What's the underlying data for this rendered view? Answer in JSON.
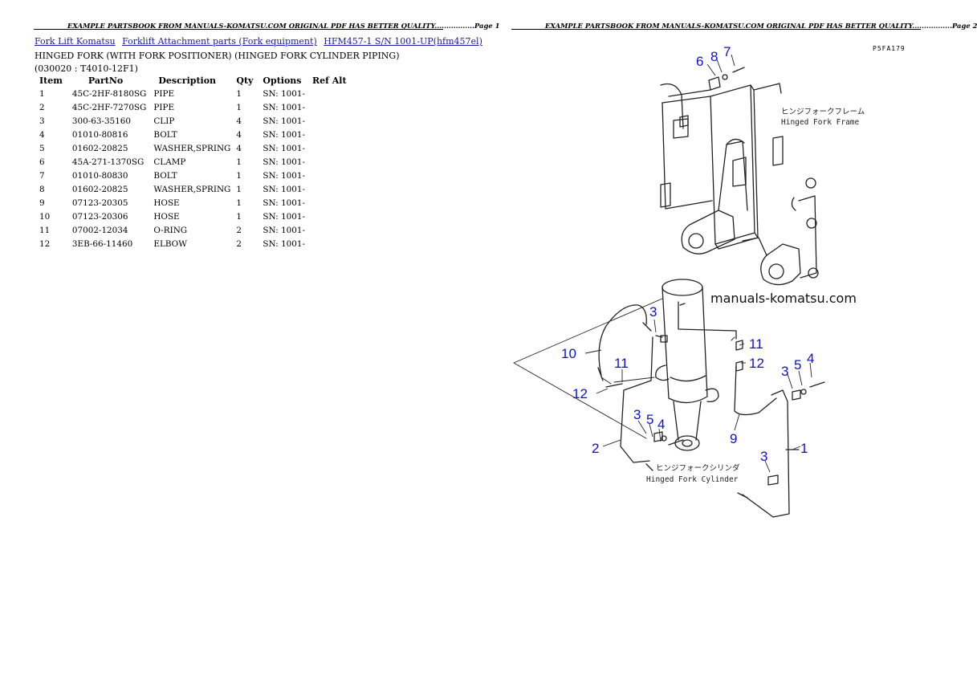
{
  "header": {
    "page1": "EXAMPLE PARTSBOOK FROM MANUALS-KOMATSU.COM ORIGINAL PDF HAS BETTER QUALITY.................Page 1",
    "page2": "EXAMPLE PARTSBOOK FROM MANUALS-KOMATSU.COM ORIGINAL PDF HAS BETTER QUALITY.................Page 2"
  },
  "breadcrumb": [
    "Fork Lift Komatsu",
    "Forklift Attachment parts (Fork equipment)",
    "HFM457-1 S/N 1001-UP(hfm457el)"
  ],
  "title": "HINGED FORK (WITH FORK POSITIONER) (HINGED FORK CYLINDER PIPING)(030020 : T4010-12F1)",
  "table": {
    "headers": [
      "Item",
      "PartNo",
      "Description",
      "Qty",
      "Options",
      "Ref Alt"
    ],
    "rows": [
      [
        "1",
        "45C-2HF-8180SG",
        "PIPE",
        "1",
        "SN: 1001-",
        ""
      ],
      [
        "2",
        "45C-2HF-7270SG",
        "PIPE",
        "1",
        "SN: 1001-",
        ""
      ],
      [
        "3",
        "300-63-35160",
        "CLIP",
        "4",
        "SN: 1001-",
        ""
      ],
      [
        "4",
        "01010-80816",
        "BOLT",
        "4",
        "SN: 1001-",
        ""
      ],
      [
        "5",
        "01602-20825",
        "WASHER,SPRING",
        "4",
        "SN: 1001-",
        ""
      ],
      [
        "6",
        "45A-271-1370SG",
        "CLAMP",
        "1",
        "SN: 1001-",
        ""
      ],
      [
        "7",
        "01010-80830",
        "BOLT",
        "1",
        "SN: 1001-",
        ""
      ],
      [
        "8",
        "01602-20825",
        "WASHER,SPRING",
        "1",
        "SN: 1001-",
        ""
      ],
      [
        "9",
        "07123-20305",
        "HOSE",
        "1",
        "SN: 1001-",
        ""
      ],
      [
        "10",
        "07123-20306",
        "HOSE",
        "1",
        "SN: 1001-",
        ""
      ],
      [
        "11",
        "07002-12034",
        "O-RING",
        "2",
        "SN: 1001-",
        ""
      ],
      [
        "12",
        "3EB-66-11460",
        "ELBOW",
        "2",
        "SN: 1001-",
        ""
      ]
    ]
  },
  "diagram": {
    "figure_code": "P5FA179",
    "watermark": "manuals-komatsu.com",
    "frame_label_jp": "ヒンジフォークフレーム",
    "frame_label_en": "Hinged Fork Frame",
    "cylinder_label_jp": "ヒンジフォークシリンダ",
    "cylinder_label_en": "Hinged Fork Cylinder",
    "callouts": [
      "6",
      "8",
      "7",
      "3",
      "11",
      "10",
      "11",
      "12",
      "12",
      "3",
      "5",
      "4",
      "3",
      "5",
      "4",
      "2",
      "9",
      "3",
      "1"
    ],
    "callout_color": "#1010cc"
  }
}
